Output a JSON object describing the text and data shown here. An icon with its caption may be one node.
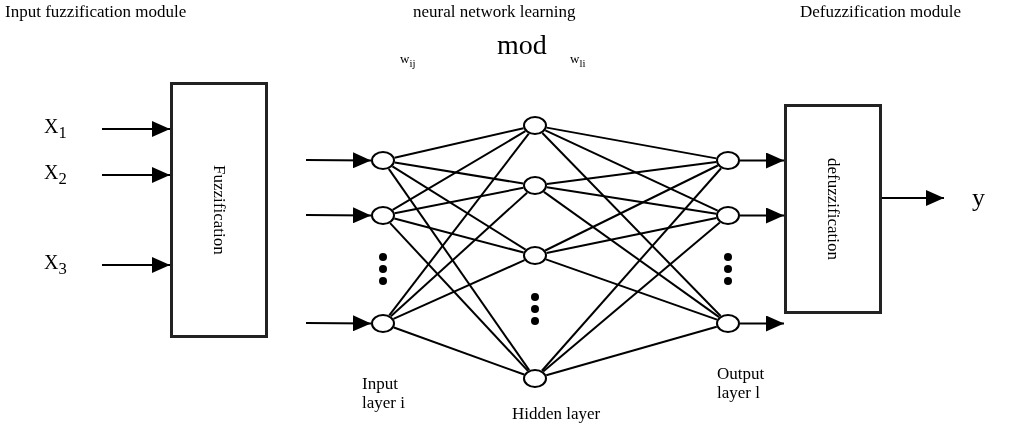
{
  "diagram": {
    "nodes": [
      {
        "text": [
          "X$_{1}$"
        ]
      },
      {
        "text": [
          "X$_{2}$"
        ]
      },
      {
        "text": [
          "X$_{3}$"
        ]
      },
      {
        "text": [
          "Fuzzification"
        ]
      },
      {
        "text": [],
        "shape": "circle"
      },
      {
        "text": [],
        "shape": "circle"
      },
      {
        "text": [],
        "shape": "circle"
      },
      {
        "text": [],
        "shape": "circle"
      },
      {
        "text": [],
        "shape": "circle"
      },
      {
        "text": [],
        "shape": "circle"
      },
      {
        "text": [],
        "shape": "circle"
      },
      {
        "text": [],
        "shape": "circle"
      },
      {
        "text": [],
        "shape": "circle"
      },
      {
        "text": [],
        "shape": "circle"
      },
      {
        "text": [
          "defuzzification"
        ]
      },
      {
        "text": [
          "y"
        ]
      }
    ],
    "edges": [
      {
        "from": 0,
        "to": 3,
        "arrow": "to"
      },
      {
        "from": 1,
        "to": 3,
        "arrow": "to"
      },
      {
        "from": 2,
        "to": 3,
        "arrow": "to"
      },
      {
        "from": null,
        "to": 4,
        "arrow": "to"
      },
      {
        "from": null,
        "to": 5,
        "arrow": "to"
      },
      {
        "from": null,
        "to": 6,
        "arrow": "to"
      },
      {
        "from": 4,
        "to": 7,
        "arrow": "none"
      },
      {
        "from": 4,
        "to": 8,
        "arrow": "none"
      },
      {
        "from": 4,
        "to": 9,
        "arrow": "none"
      },
      {
        "from": 4,
        "to": 10,
        "arrow": "none"
      },
      {
        "from": 5,
        "to": 7,
        "arrow": "none"
      },
      {
        "from": 5,
        "to": 8,
        "arrow": "none"
      },
      {
        "from": 5,
        "to": 9,
        "arrow": "none"
      },
      {
        "from": 5,
        "to": 10,
        "arrow": "none"
      },
      {
        "from": 6,
        "to": 7,
        "arrow": "none"
      },
      {
        "from": 6,
        "to": 8,
        "arrow": "none"
      },
      {
        "from": 6,
        "to": 9,
        "arrow": "none"
      },
      {
        "from": 6,
        "to": 10,
        "arrow": "none"
      },
      {
        "from": 7,
        "to": 11,
        "arrow": "none"
      },
      {
        "from": 7,
        "to": 12,
        "arrow": "none"
      },
      {
        "from": 7,
        "to": 13,
        "arrow": "none"
      },
      {
        "from": 8,
        "to": 11,
        "arrow": "none"
      },
      {
        "from": 8,
        "to": 12,
        "arrow": "none"
      },
      {
        "from": 8,
        "to": 13,
        "arrow": "none"
      },
      {
        "from": 9,
        "to": 11,
        "arrow": "none"
      },
      {
        "from": 9,
        "to": 12,
        "arrow": "none"
      },
      {
        "from": 9,
        "to": 13,
        "arrow": "none"
      },
      {
        "from": 10,
        "to": 11,
        "arrow": "none"
      },
      {
        "from": 10,
        "to": 12,
        "arrow": "none"
      },
      {
        "from": 10,
        "to": 13,
        "arrow": "none"
      },
      {
        "from": 11,
        "to": 14,
        "arrow": "to"
      },
      {
        "from": 12,
        "to": 14,
        "arrow": "to"
      },
      {
        "from": 13,
        "to": 14,
        "arrow": "to"
      },
      {
        "from": 14,
        "to": 15,
        "arrow": "to"
      }
    ],
    "labels": [
      "Input fuzzification module",
      "neural network learning",
      "Defuzzification module",
      "mod",
      "w$_{ij}$",
      "w$_{li}$",
      "Input layer i",
      "Output layer l",
      "Hidden layer"
    ]
  }
}
